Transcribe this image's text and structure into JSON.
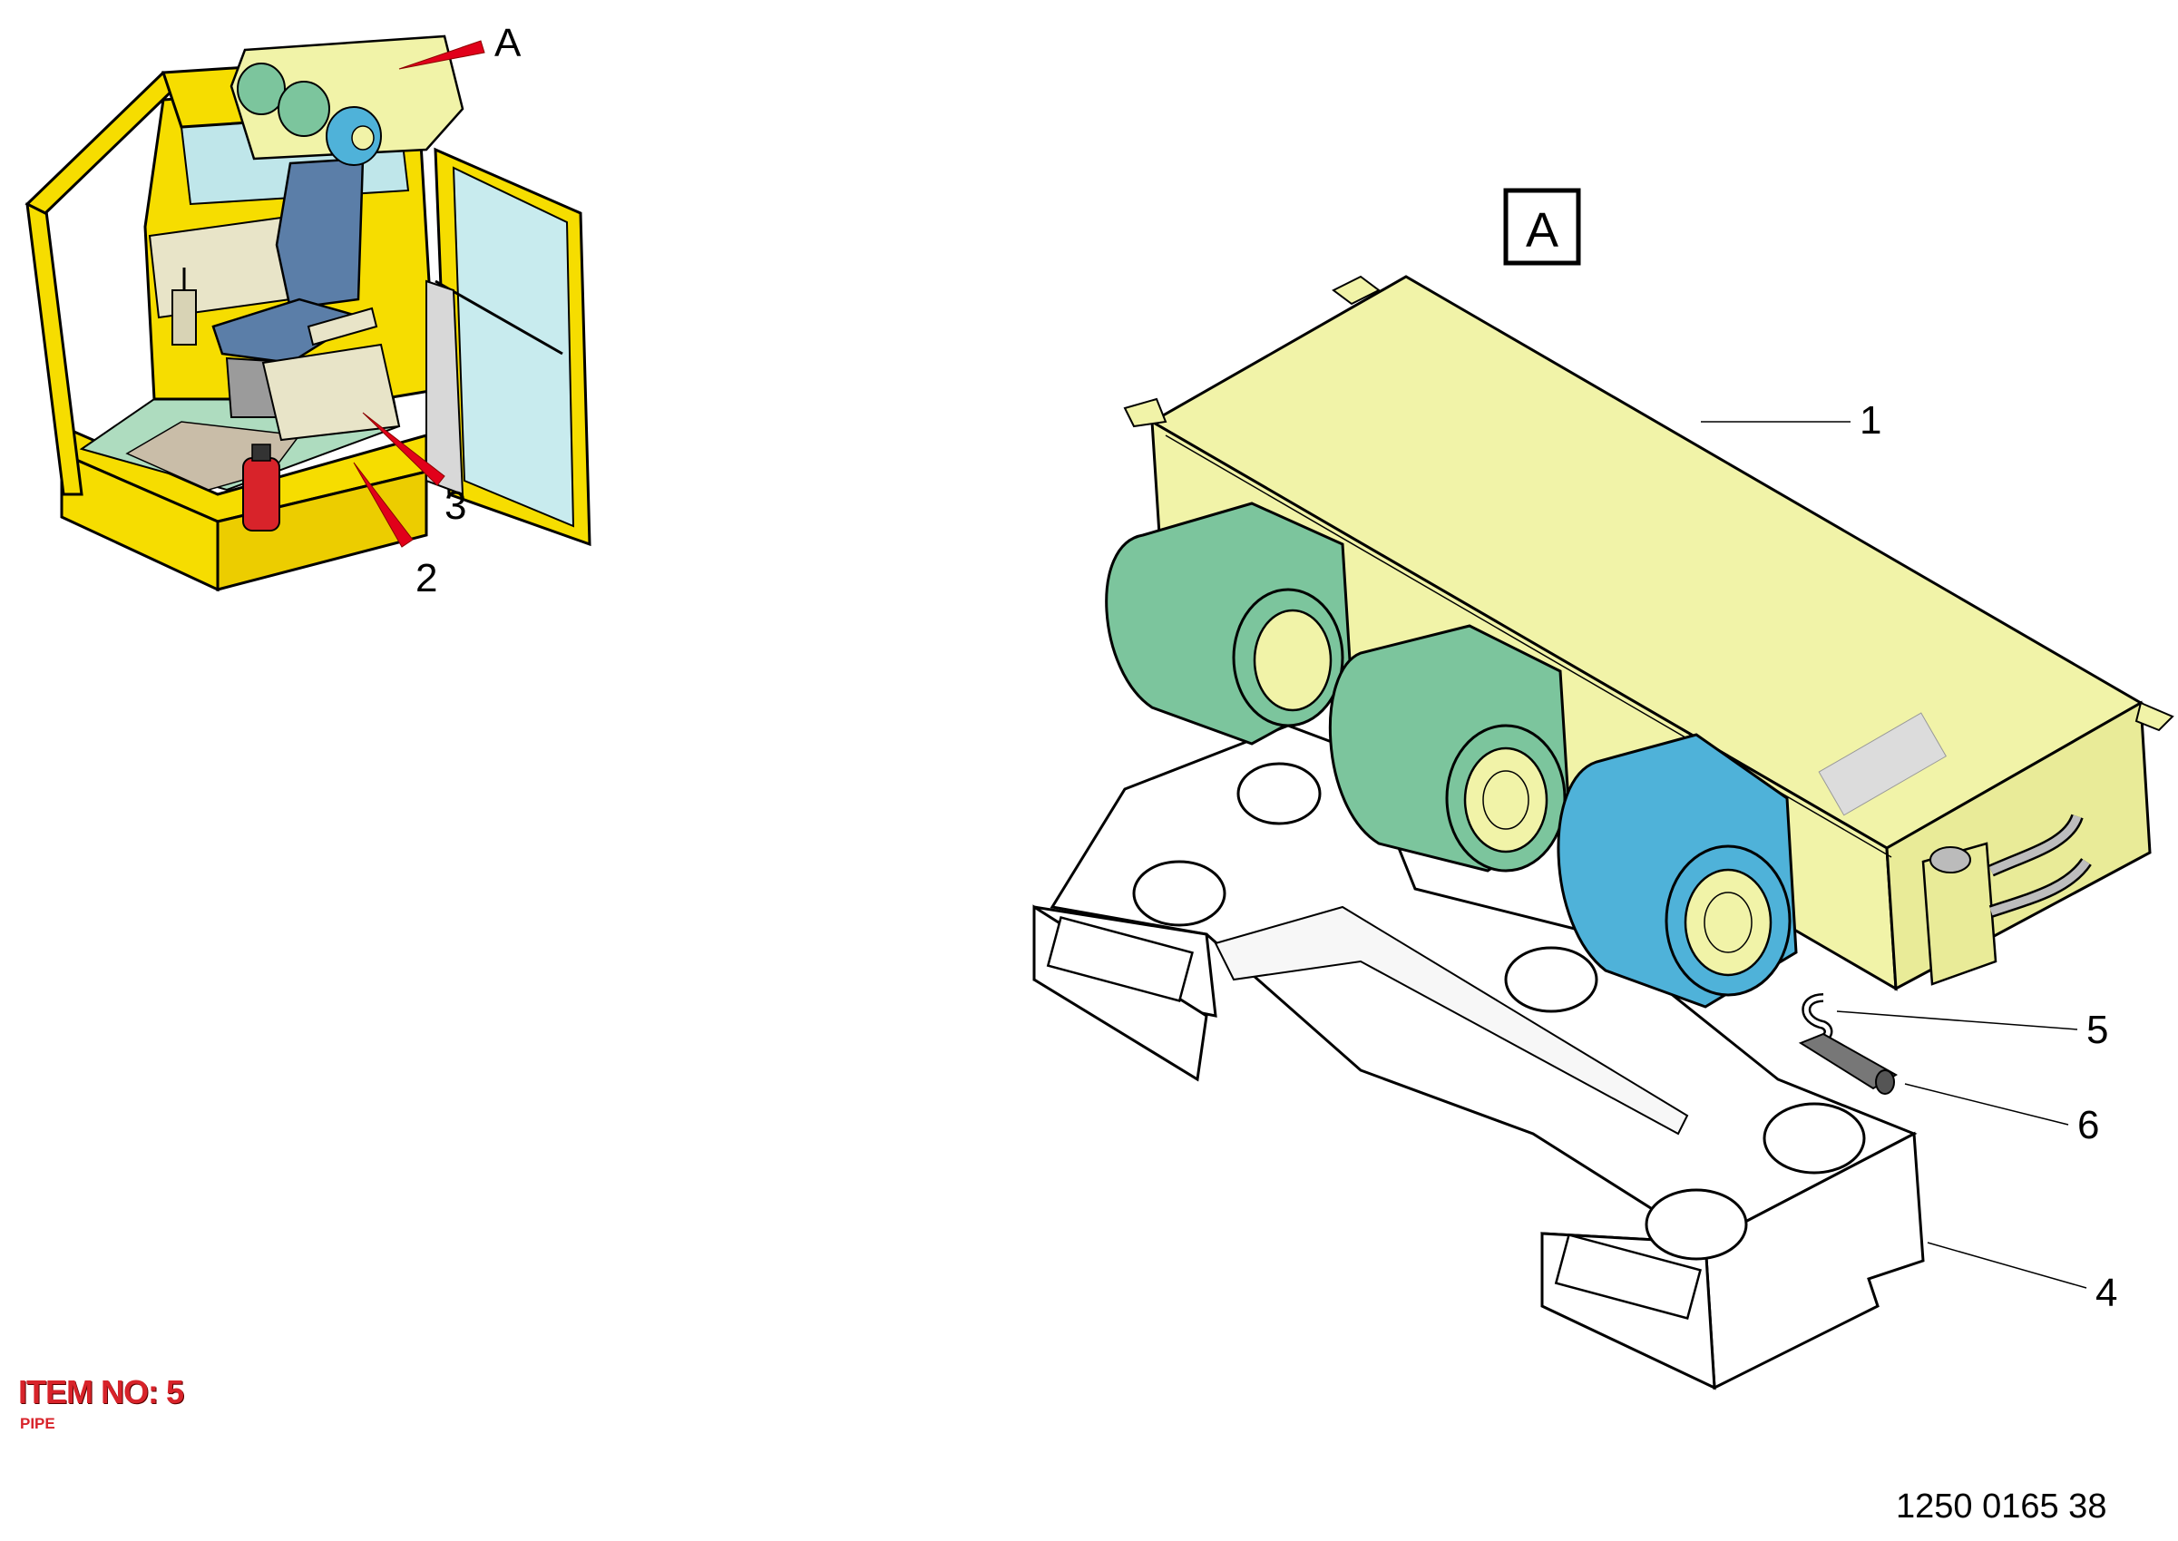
{
  "callouts": {
    "overview_a": "A",
    "overview_2": "2",
    "overview_3": "3",
    "detail_box": "A",
    "detail_1": "1",
    "detail_4": "4",
    "detail_5": "5",
    "detail_6": "6"
  },
  "item": {
    "title": "ITEM NO: 5",
    "description": "PIPE"
  },
  "document_number": "1250 0165 38",
  "colors": {
    "cab_yellow": "#f6dd00",
    "unit_housing": "#f1f3a8",
    "blower_green": "#7cc59d",
    "blower_blue": "#4fb2d9",
    "seat_blue": "#5b7ea8",
    "floor_green": "#aedcbf",
    "extinguisher_red": "#d8232a",
    "callout_arrow_red": "#e1001a"
  }
}
